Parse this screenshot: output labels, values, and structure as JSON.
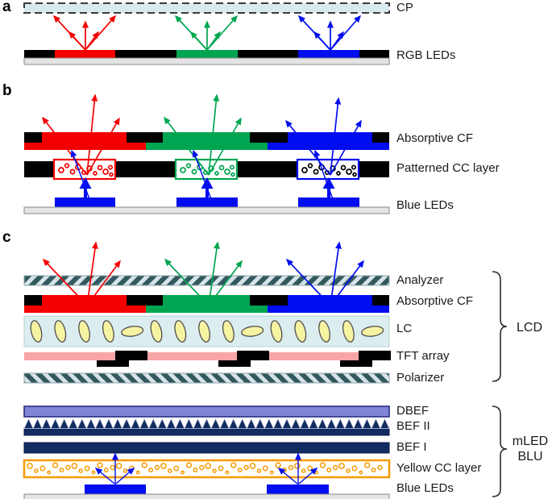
{
  "figure": {
    "background": "#ffffff"
  },
  "panel_a": {
    "letter": "a",
    "cp_label": "CP",
    "leds_label": "RGB LEDs"
  },
  "panel_b": {
    "letter": "b",
    "cf_label": "Absorptive CF",
    "cc_label": "Patterned CC layer",
    "leds_label": "Blue LEDs"
  },
  "panel_c": {
    "letter": "c",
    "analyzer_label": "Analyzer",
    "cf_label": "Absorptive CF",
    "lc_label": "LC",
    "tft_label": "TFT array",
    "polarizer_label": "Polarizer",
    "dbef_label": "DBEF",
    "bef2_label": "BEF II",
    "bef1_label": "BEF I",
    "ycc_label": "Yellow CC layer",
    "leds_label": "Blue LEDs",
    "bracket_lcd": "LCD",
    "bracket_mled_line1": "mLED",
    "bracket_mled_line2": "BLU"
  },
  "colors": {
    "red": "#f40000",
    "green": "#00a551",
    "blue": "#000df0",
    "black": "#000000",
    "cp_fill": "#d7eaee",
    "cp_dash": "#3c3c3c",
    "substrate": "#e4e4e4",
    "substrate_edge": "#8a8a8a",
    "hatch_teal": "#33595f",
    "hatch_bg": "#d6e4e8",
    "hatch_edge": "#90a6ab",
    "lc_bg": "#dcedf0",
    "lc_fill": "#f6f3a3",
    "lc_edge": "#4f4f4f",
    "tft_pink": "#f8a5a5",
    "dbef": "#8185d6",
    "dbef_edge": "#23237d",
    "bef_navy": "#122b61",
    "bef_edge": "#0c1d46",
    "cc_orange": "#f79b00",
    "bracket": "#2c2c2c"
  }
}
